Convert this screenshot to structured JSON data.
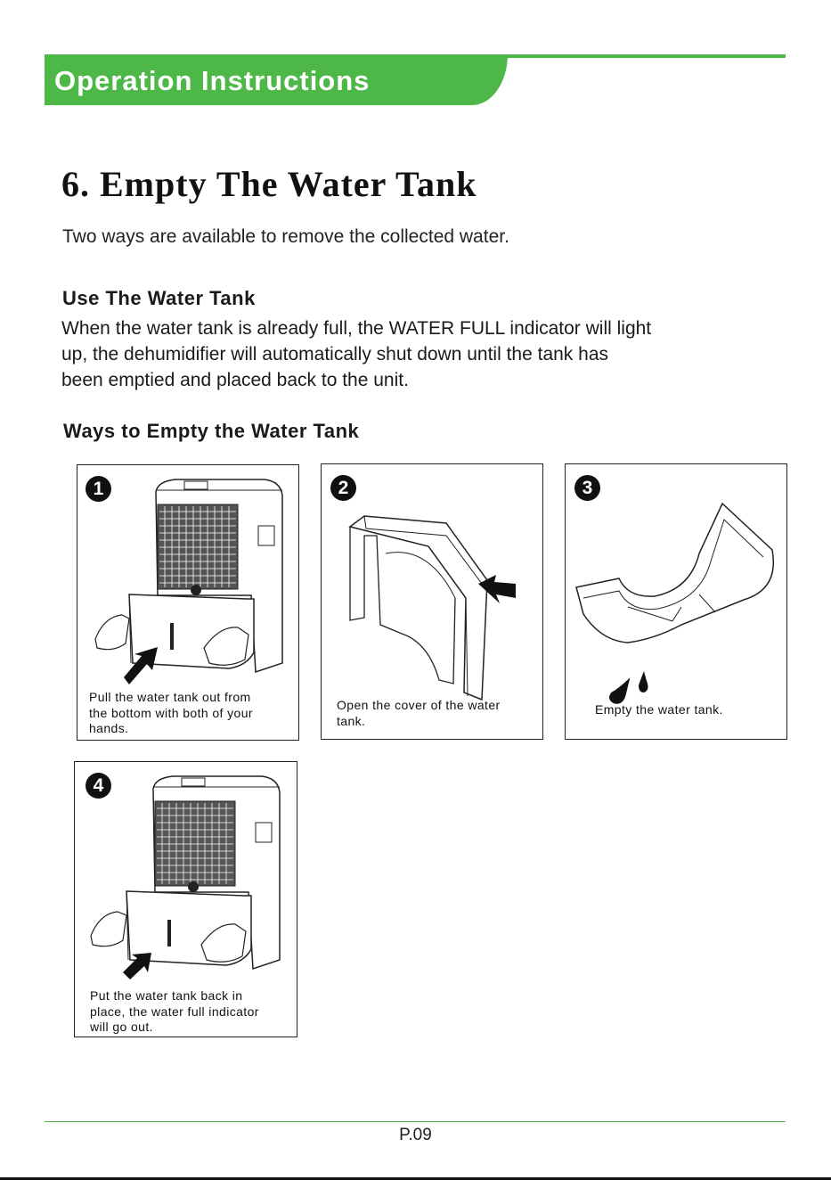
{
  "header": {
    "title": "Operation Instructions",
    "accent_color": "#4db848"
  },
  "section": {
    "title": "6. Empty The Water Tank",
    "intro": "Two ways are available to remove the collected water."
  },
  "use_tank": {
    "heading": "Use The Water Tank",
    "lines": [
      "When the water tank is already full, the WATER FULL indicator will light",
      "up, the dehumidifier will automatically shut down until the tank has",
      "been emptied and placed back to the unit."
    ]
  },
  "ways": {
    "heading": "Ways to Empty the Water Tank",
    "steps": [
      {
        "number": "1",
        "illustration": "dehumidifier-pull-tank",
        "caption_lines": [
          "Pull the water tank out from",
          "the bottom with both of your",
          "hands."
        ]
      },
      {
        "number": "2",
        "illustration": "tank-cover",
        "caption_lines": [
          "Open the cover of the water",
          "tank."
        ]
      },
      {
        "number": "3",
        "illustration": "tank-pour",
        "caption_lines": [
          "Empty the water tank."
        ]
      },
      {
        "number": "4",
        "illustration": "dehumidifier-insert-tank",
        "caption_lines": [
          "Put the water tank back in",
          "place, the water full indicator",
          "will go out."
        ]
      }
    ]
  },
  "footer": {
    "page_number": "P.09"
  }
}
